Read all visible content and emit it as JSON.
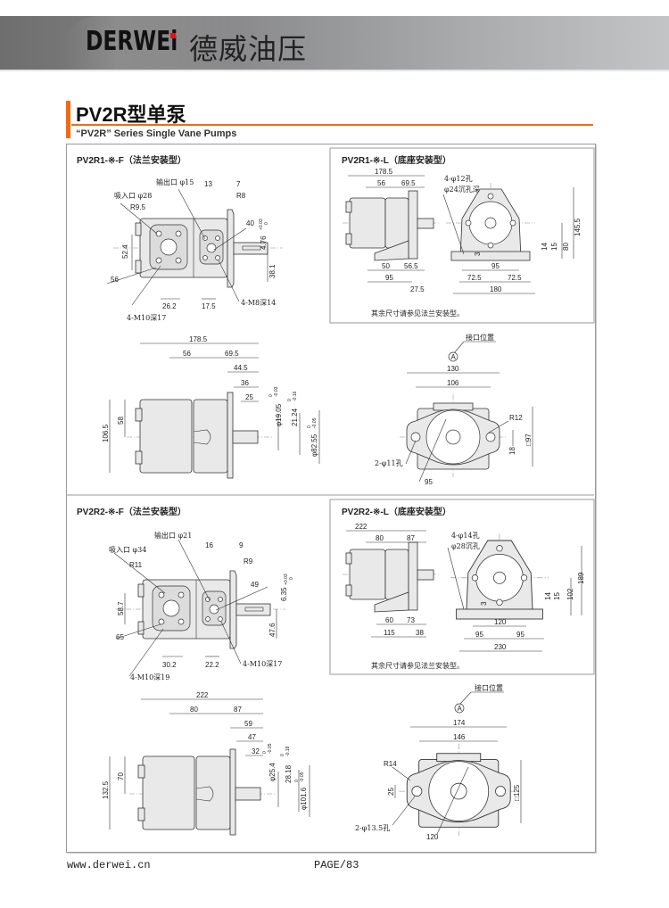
{
  "header": {
    "brand": "DERWEi",
    "brand_cn": "德威油压"
  },
  "title": "PV2R型单泵",
  "subtitle": "“PV2R” Series Single Vane Pumps",
  "panels": [
    {
      "title": "PV2R1-※-F（法兰安装型）",
      "labels": [
        "输出口 φ15",
        "吸入口 φ28",
        "R9.5",
        "13",
        "7",
        "R8",
        "40",
        "4.76",
        "+0.03",
        "0",
        "52.4",
        "56",
        "38.1",
        "26.2",
        "17.5",
        "4-M8深14",
        "4-M10深17"
      ]
    },
    {
      "title": "PV2R1-※-L（底座安装型）",
      "labels": [
        "178.5",
        "56",
        "69.5",
        "50",
        "56.5",
        "95",
        "27.5",
        "4-φ12孔",
        "φ24沉孔深",
        "145.5",
        "80",
        "15",
        "14",
        "3",
        "95",
        "72.5",
        "72.5",
        "180"
      ],
      "note": "其余尺寸请参见法兰安装型。"
    },
    {
      "labels": [
        "178.5",
        "56",
        "69.5",
        "44.5",
        "36",
        "25",
        "φ19.05",
        "0",
        "-0.03",
        "21.24",
        "0",
        "-0.16",
        "φ82.55",
        "0",
        "-0.05",
        "58",
        "106.5"
      ]
    },
    {
      "labels": [
        "接口位置",
        "A",
        "130",
        "106",
        "R12",
        "18",
        "□97",
        "2-φ11孔",
        "95"
      ]
    },
    {
      "title": "PV2R2-※-F（法兰安装型）",
      "labels": [
        "输出口 φ21",
        "吸入口 φ34",
        "16",
        "9",
        "R11",
        "R9",
        "49",
        "6.35",
        "+0.03",
        "0",
        "58.7",
        "65",
        "47.6",
        "30.2",
        "22.2",
        "4-M10深17",
        "4-M10深19"
      ]
    },
    {
      "title": "PV2R2-※-L（底座安装型）",
      "labels": [
        "222",
        "80",
        "87",
        "60",
        "73",
        "115",
        "38",
        "4-φ14孔",
        "φ28沉孔",
        "189",
        "102",
        "15",
        "14",
        "3",
        "120",
        "95",
        "95",
        "230"
      ],
      "note": "其余尺寸请参见法兰安装型。"
    },
    {
      "labels": [
        "222",
        "80",
        "87",
        "59",
        "47",
        "32",
        "φ25.4",
        "0",
        "-0.05",
        "28.18",
        "0",
        "-0.18",
        "φ101.6",
        "0",
        "-0.05",
        "70",
        "132.5"
      ]
    },
    {
      "labels": [
        "接口位置",
        "A",
        "174",
        "146",
        "R14",
        "25",
        "□125",
        "2-φ13.5孔",
        "120"
      ]
    }
  ],
  "footer": {
    "url": "www.derwei.cn",
    "page": "PAGE/83"
  }
}
